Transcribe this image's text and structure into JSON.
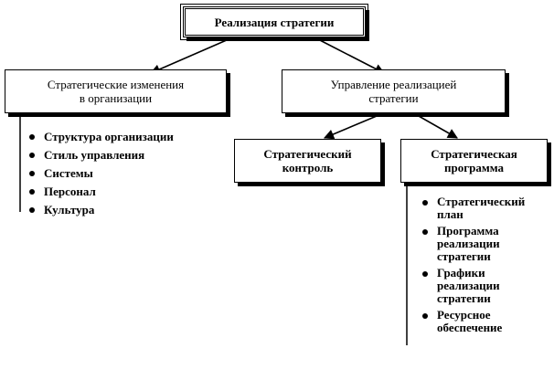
{
  "root": {
    "label": "Реализация стратегии"
  },
  "left_branch": {
    "label": "Стратегические изменения\nв организации",
    "items": [
      "Структура  организации",
      "Стиль управления",
      "Системы",
      "Персонал",
      "Культура"
    ]
  },
  "right_branch": {
    "label": "Управление реализацией\nстратегии",
    "control": {
      "label": "Стратегический\nконтроль"
    },
    "program": {
      "label": "Стратегическая\nпрограмма",
      "items": [
        "Стратегический\nплан",
        "Программа\nреализации\nстратегии",
        "Графики\nреализации\nстратегии",
        "Ресурсное\nобеспечение"
      ]
    }
  }
}
